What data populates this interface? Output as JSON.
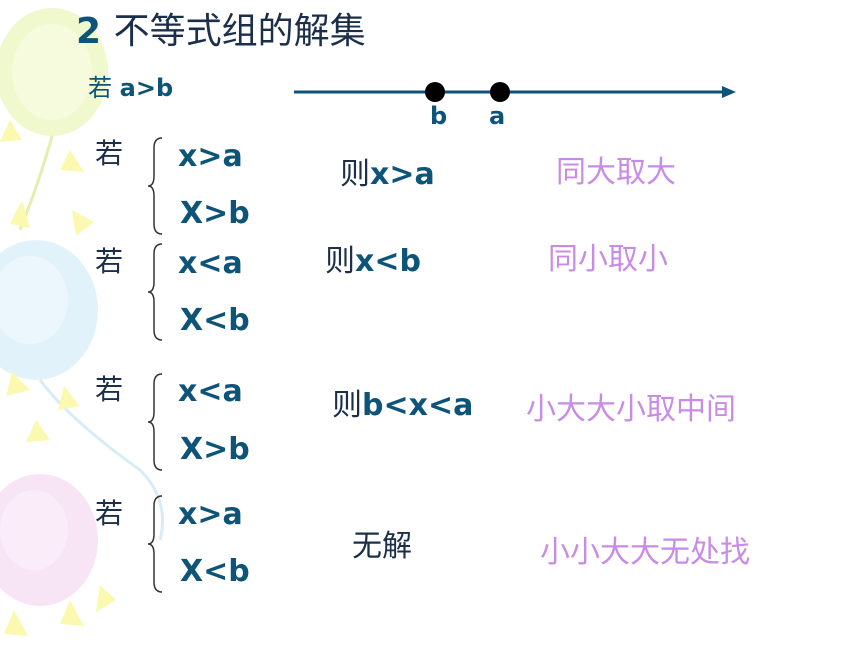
{
  "title": {
    "number": "2",
    "text": "不等式组的解集"
  },
  "condition": {
    "prefix": "若",
    "expr": "a>b"
  },
  "number_line": {
    "labels": [
      "b",
      "a"
    ]
  },
  "cases": [
    {
      "ruo": "若",
      "line1": "x>a",
      "line2": "X>b",
      "result_prefix": "则",
      "result_expr": "x>a",
      "rule": "同大取大"
    },
    {
      "ruo": "若",
      "line1": "x<a",
      "line2": "X<b",
      "result_prefix": "则",
      "result_expr": "x<b",
      "rule": "同小取小"
    },
    {
      "ruo": "若",
      "line1": "x<a",
      "line2": "X>b",
      "result_prefix": "则",
      "result_expr": "b<x<a",
      "rule": "小大大小取中间"
    },
    {
      "ruo": "若",
      "line1": "x>a",
      "line2": "X<b",
      "result_prefix": "",
      "result_expr": "",
      "result_text": "无解",
      "rule": "小小大大无处找"
    }
  ],
  "colors": {
    "primary": "#0d5478",
    "text": "#1b2f4a",
    "rule": "#c98ce6"
  }
}
